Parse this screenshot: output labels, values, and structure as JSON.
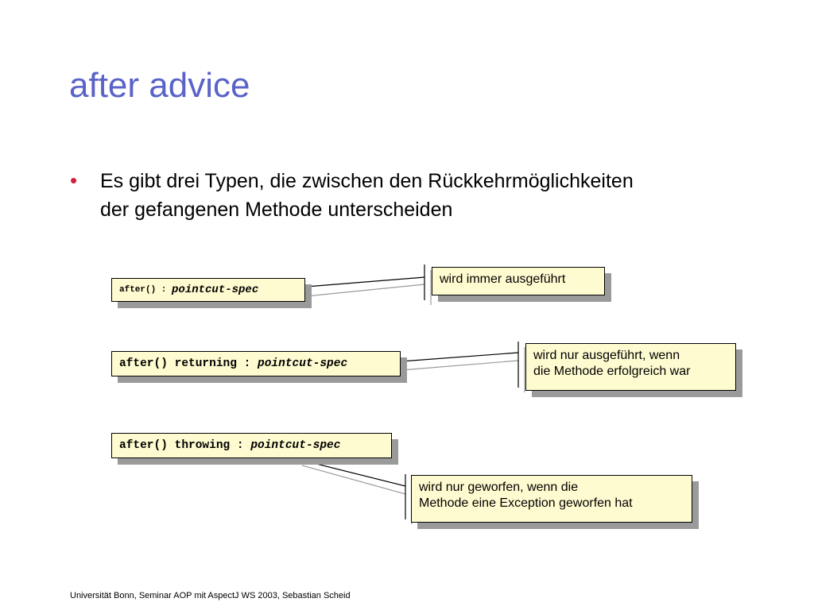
{
  "slide": {
    "title": "after advice",
    "bullet": {
      "line1": "Es gibt drei Typen, die zwischen den Rückkehrmöglichkeiten",
      "line2": "der gefangenen Methode unterscheiden"
    },
    "advices": [
      {
        "code": "after() : ",
        "spec": "pointcut-spec",
        "note_line1": "wird immer ausgeführt",
        "note_line2": ""
      },
      {
        "code": "after() returning : ",
        "spec": "pointcut-spec",
        "note_line1": "wird nur ausgeführt, wenn",
        "note_line2": "die Methode erfolgreich war"
      },
      {
        "code": "after() throwing : ",
        "spec": "pointcut-spec",
        "note_line1": "wird nur geworfen, wenn die",
        "note_line2": "Methode eine Exception geworfen hat"
      }
    ],
    "footer": "Universität Bonn, Seminar AOP mit AspectJ WS 2003, Sebastian Scheid",
    "colors": {
      "title": "#5a63c8",
      "bullet": "#d0203c",
      "box_fill": "#fffbd0",
      "shadow": "#9a9a9a"
    }
  }
}
